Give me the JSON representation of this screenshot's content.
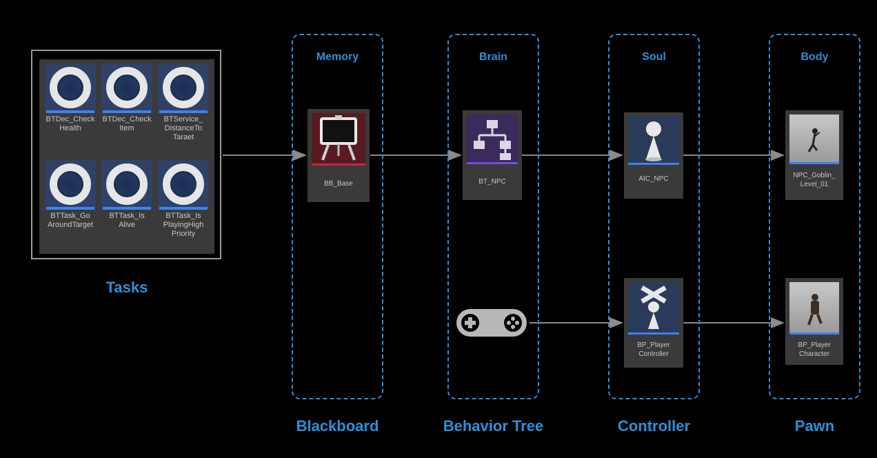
{
  "tasks": {
    "label": "Tasks",
    "items": [
      {
        "label": "BTDec_Check\nHealth"
      },
      {
        "label": "BTDec_Check\nItem"
      },
      {
        "label": "BTService_\nDistanceTo\nTaraet"
      },
      {
        "label": "BTTask_Go\nAroundTarget"
      },
      {
        "label": "BTTask_Is\nAlive"
      },
      {
        "label": "BTTask_Is\nPlayingHigh\nPriority"
      }
    ]
  },
  "columns": [
    {
      "header": "Memory",
      "footer": "Blackboard"
    },
    {
      "header": "Brain",
      "footer": "Behavior Tree"
    },
    {
      "header": "Soul",
      "footer": "Controller"
    },
    {
      "header": "Body",
      "footer": "Pawn"
    }
  ],
  "assets": {
    "bb_base": "BB_Base",
    "bt_npc": "BT_NPC",
    "aic_npc": "AIC_NPC",
    "npc_goblin": "NPC_Goblin_\nLevel_01",
    "bp_player_controller": "BP_Player\nController",
    "bp_player_character": "BP_Player\nCharacter"
  },
  "colors": {
    "accent": "#2f8fd8",
    "arrow": "#8a8a8a",
    "card": "#3a3a3a"
  },
  "icons": {
    "gamepad": "gamepad-icon"
  }
}
